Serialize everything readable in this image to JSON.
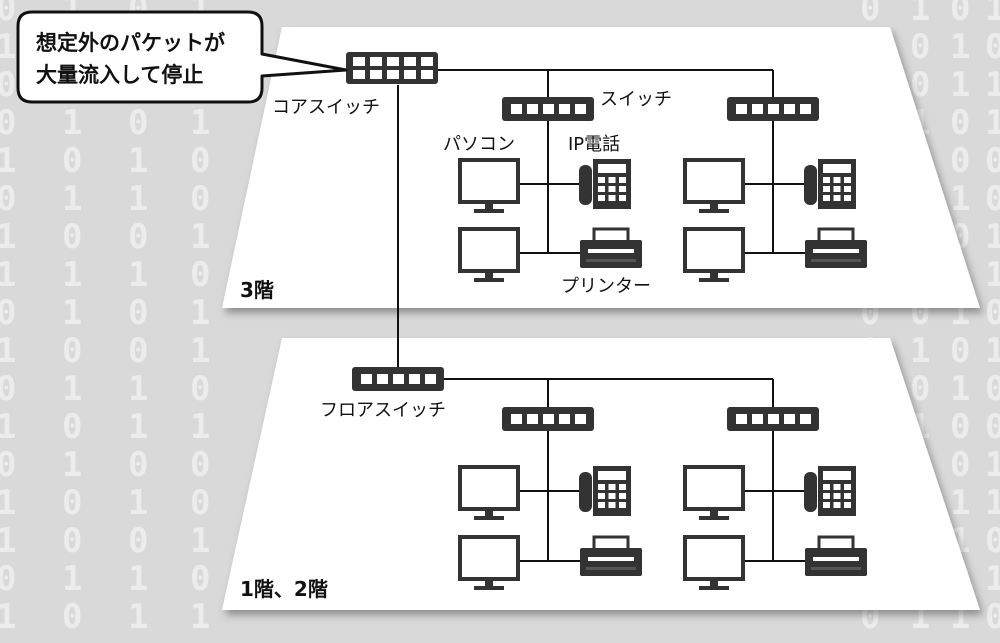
{
  "background_pattern": {
    "columns": [
      "0\n1\n0\n0\n1\n0\n1\n1\n0\n1\n0\n1\n0\n1\n1\n0\n1",
      "1\n0\n1\n1\n0\n1\n0\n1\n1\n0\n1\n0\n1\n0\n0\n1\n0",
      "0\n0\n1\n0\n1\n1\n0\n1\n0\n0\n1\n1\n0\n1\n0\n1\n1",
      "1\n1\n0\n1\n0\n0\n1\n0\n1\n1\n0\n1\n0\n0\n1\n0\n1",
      "0\n1\n0\n0\n1\n1\n0\n1\n0\n1\n1\n0\n1\n0\n1\n1\n0",
      "1\n0\n0\n1\n1\n0\n1\n0\n0\n1\n0\n1\n1\n0\n0\n1\n1",
      "0\n1\n1\n0\n0\n1\n0\n1\n1\n0\n1\n0\n0\n1\n1\n0\n1",
      "1\n0\n1\n1\n0\n0\n1\n1\n0\n1\n0\n0\n1\n1\n0\n1\n0"
    ]
  },
  "callout": {
    "line1": "想定外のパケットが",
    "line2": "大量流入して停止"
  },
  "floors": {
    "upper": {
      "label": "3階",
      "core_switch_label": "コアスイッチ",
      "switch_label": "スイッチ",
      "pc_label": "パソコン",
      "ip_phone_label": "IP電話",
      "printer_label": "プリンター"
    },
    "lower": {
      "label": "1階、2階",
      "floor_switch_label": "フロアスイッチ"
    }
  },
  "colors": {
    "device": "#333333",
    "port": "#ffffff",
    "floor": "#ffffff",
    "line": "#111111"
  }
}
